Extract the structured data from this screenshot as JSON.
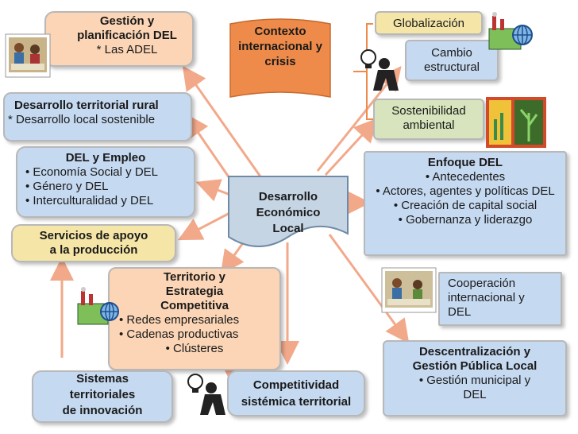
{
  "nodes": {
    "gestion": {
      "lines": [
        "Gestión y",
        "planificación DEL",
        "* Las ADEL"
      ]
    },
    "contexto": {
      "lines": [
        "Contexto",
        "internacional y",
        "crisis"
      ]
    },
    "globalizacion": {
      "label": "Globalización"
    },
    "cambio": {
      "lines": [
        "Cambio",
        "estructural"
      ]
    },
    "rural": {
      "title": "Desarrollo territorial rural",
      "sub": "* Desarrollo local sostenible"
    },
    "sostenibilidad": {
      "lines": [
        "Sostenibilidad",
        "ambiental"
      ]
    },
    "empleo": {
      "title": "DEL y Empleo",
      "items": [
        "Economía Social y DEL",
        "Género y DEL",
        "Interculturalidad y DEL"
      ]
    },
    "enfoque": {
      "title": "Enfoque DEL",
      "items": [
        "Antecedentes",
        "Actores, agentes y políticas DEL",
        "Creación de capital social",
        "Gobernanza y liderazgo"
      ]
    },
    "central": {
      "lines": [
        "Desarrollo",
        "Económico",
        "Local"
      ]
    },
    "servicios": {
      "lines": [
        "Servicios de apoyo",
        "a la producción"
      ]
    },
    "territorio": {
      "title_lines": [
        "Territorio y",
        "Estrategia",
        "Competitiva"
      ],
      "items": [
        "Redes empresariales",
        "Cadenas productivas",
        "Clústeres"
      ]
    },
    "cooperacion": {
      "lines": [
        "Cooperación",
        "internacional y",
        "DEL"
      ]
    },
    "descentralizacion": {
      "title_lines": [
        "Descentralización y",
        "Gestión Pública Local"
      ],
      "items": [
        "Gestión municipal y DEL"
      ]
    },
    "sistemas": {
      "lines": [
        "Sistemas",
        "territoriales",
        "de innovación"
      ]
    },
    "competitividad": {
      "lines": [
        "Competitividad",
        "sistémica territorial"
      ]
    }
  },
  "colors": {
    "orange": "#f4b183",
    "peach": "#fbd5b5",
    "yellow_fill": "#f5e6a8",
    "blue_fill": "#c5d9f1",
    "green_fill": "#d7e4bd",
    "center_fill": "#c5d5e4",
    "contexto_fill": "#ef8b4a",
    "arrow": "#f2a98a"
  },
  "icons": [
    "people-meeting-photo-icon",
    "factory-globe-icon",
    "lightbulb-thinker-icon",
    "nature-panel-icon"
  ]
}
